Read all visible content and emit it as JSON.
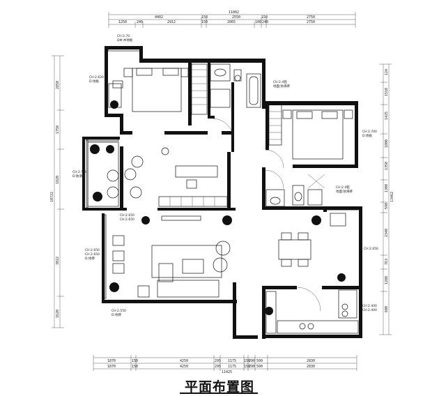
{
  "title": "平面布置图",
  "dims": {
    "top_total": "11002",
    "top_row1": [
      "4402",
      "150",
      "2550",
      "150",
      "2750"
    ],
    "top_row2": [
      "1250",
      "240",
      "2912",
      "150",
      "2065",
      "100",
      "240",
      "2750"
    ],
    "bottom_total": "11425",
    "bottom_row1": [
      "1870",
      "150",
      "4250",
      "295",
      "1175",
      "150",
      "290",
      "500",
      "2830"
    ],
    "bottom_row2": [
      "1870",
      "150",
      "4250",
      "295",
      "1175",
      "150",
      "290",
      "500",
      "2830"
    ],
    "left_total": "10722",
    "left_row": [
      "2850",
      "1750",
      "1820",
      "3022",
      "1620"
    ],
    "right_total": "13462",
    "right_row": [
      "124",
      "1510",
      "1425",
      "1800",
      "1350",
      "1300",
      "590",
      "2340",
      "763",
      "1280",
      "600"
    ]
  },
  "rooms": {
    "bedroom_a": [
      "CH:2.70",
      "DM:木地板"
    ],
    "bedroom_b": [
      "CH:2.620",
      "D:地板"
    ],
    "bath_a": [
      "CH:2.4铝",
      "地面:防滑砖"
    ],
    "bedroom_c": [
      "CH:2.700",
      "D:地板"
    ],
    "balcony": [
      "CH:2.550",
      "D:防滑砖"
    ],
    "bath_b": [
      "CH:2.4铝",
      "地面:防滑砖"
    ],
    "living_left": [
      "CH:2.650",
      "CH:2.650"
    ],
    "living": [
      "CH:2.650",
      "CH:2.650",
      "D:地砖"
    ],
    "dining": [
      "CH:2.650"
    ],
    "front": [
      "CH:2.550",
      "D:地砖"
    ],
    "kitchen": [
      "CH:2.400",
      "CH:2.400"
    ]
  }
}
